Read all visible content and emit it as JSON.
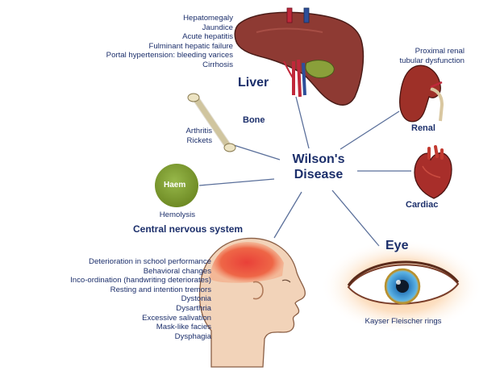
{
  "center": {
    "line1": "Wilson's",
    "line2": "Disease"
  },
  "liver": {
    "title": "Liver",
    "items": [
      "Hepatomegaly",
      "Jaundice",
      "Acute hepatitis",
      "Fulminant hepatic failure",
      "Portal hypertension: bleeding varices",
      "Cirrhosis"
    ]
  },
  "renal": {
    "title": "Renal",
    "items": [
      "Proximal renal",
      "tubular dysfunction"
    ]
  },
  "bone": {
    "title": "Bone",
    "items": [
      "Arthritis",
      "Rickets"
    ]
  },
  "cardiac": {
    "title": "Cardiac"
  },
  "haem": {
    "badge": "Haem",
    "items": [
      "Hemolysis"
    ]
  },
  "cns": {
    "title": "Central nervous system",
    "items": [
      "Deterioration in school performance",
      "Behavioral changes",
      "Inco-ordination (handwriting deteriorates)",
      "Resting and intention tremors",
      "Dystonia",
      "Dysarthria",
      "Excessive salivation",
      "Mask-like facies",
      "Dysphagia"
    ]
  },
  "eye": {
    "title": "Eye",
    "items": [
      "Kayser Fleischer rings"
    ]
  },
  "colors": {
    "text": "#1c2f6b",
    "liver": "#8e3a33",
    "haem": "#7b9a2a",
    "brain": "#e8302a",
    "iris": "#4ea3d9"
  }
}
